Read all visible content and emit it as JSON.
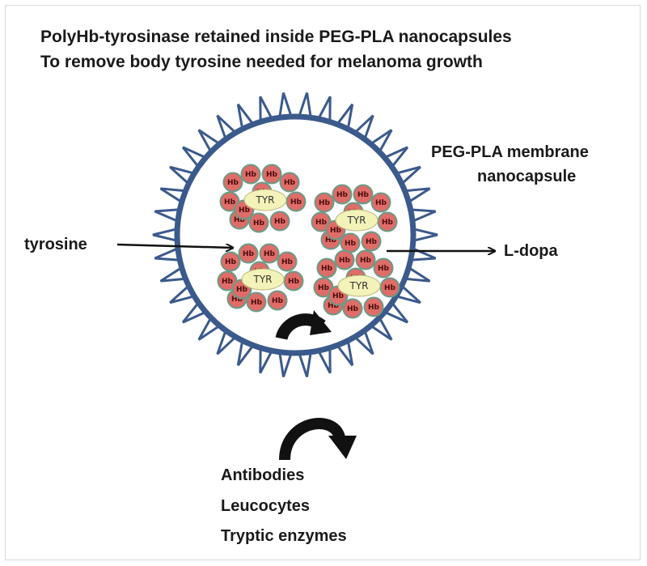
{
  "title": {
    "line1": "PolyHb-tyrosinase retained inside PEG-PLA nanocapsules",
    "line2": "To remove body tyrosine needed for melanoma growth"
  },
  "membrane_label": {
    "line1": "PEG-PLA membrane",
    "line2": "nanocapsule"
  },
  "substrate_label": "tyrosine",
  "product_label": "L-dopa",
  "complex": {
    "enzyme_label": "TYR",
    "hemoglobin_label": "Hb"
  },
  "excluded_agents": [
    "Antibodies",
    "Leucocytes",
    "Tryptic enzymes"
  ],
  "colors": {
    "membrane": "#3b5a8c",
    "hemoglobin_fill": "#e06c68",
    "hemoglobin_stroke": "#6b9a86",
    "enzyme_fill": "#f3f2b8",
    "arrow": "#111111"
  }
}
